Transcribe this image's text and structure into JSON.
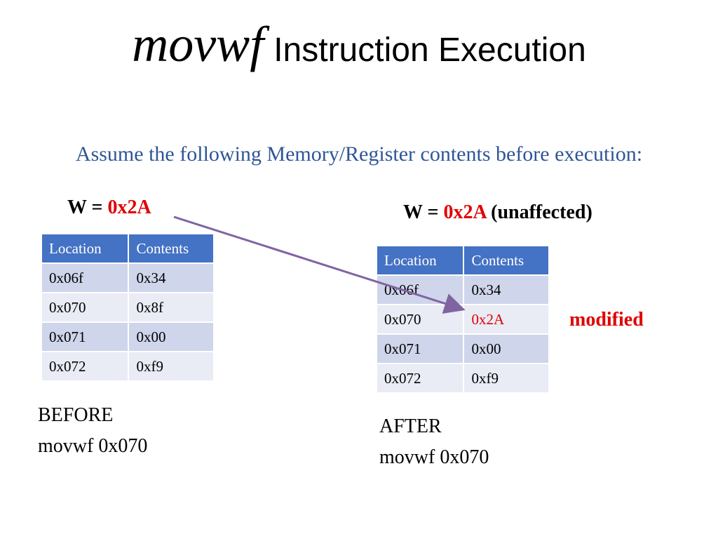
{
  "title": {
    "italic": "movwf",
    "rest": "Instruction Execution"
  },
  "subtitle": "Assume the following Memory/Register contents before execution:",
  "before": {
    "w_label": "W = ",
    "w_value": "0x2A",
    "headers": [
      "Location",
      "Contents"
    ],
    "rows": [
      [
        "0x06f",
        "0x34"
      ],
      [
        "0x070",
        "0x8f"
      ],
      [
        "0x071",
        "0x00"
      ],
      [
        "0x072",
        "0xf9"
      ]
    ],
    "caption_line1": "BEFORE",
    "caption_line2": "movwf 0x070"
  },
  "after": {
    "w_label": "W = ",
    "w_value": "0x2A",
    "w_note": "(unaffected)",
    "headers": [
      "Location",
      "Contents"
    ],
    "rows": [
      [
        "0x06f",
        "0x34"
      ],
      [
        "0x070",
        "0x2A"
      ],
      [
        "0x071",
        "0x00"
      ],
      [
        "0x072",
        "0xf9"
      ]
    ],
    "caption_line1": "AFTER",
    "caption_line2": "movwf 0x070"
  },
  "modified_label": "modified",
  "colors": {
    "header": "#4472c4",
    "accent_red": "#e00000",
    "subtitle": "#2f5597",
    "arrow": "#8064a2"
  }
}
